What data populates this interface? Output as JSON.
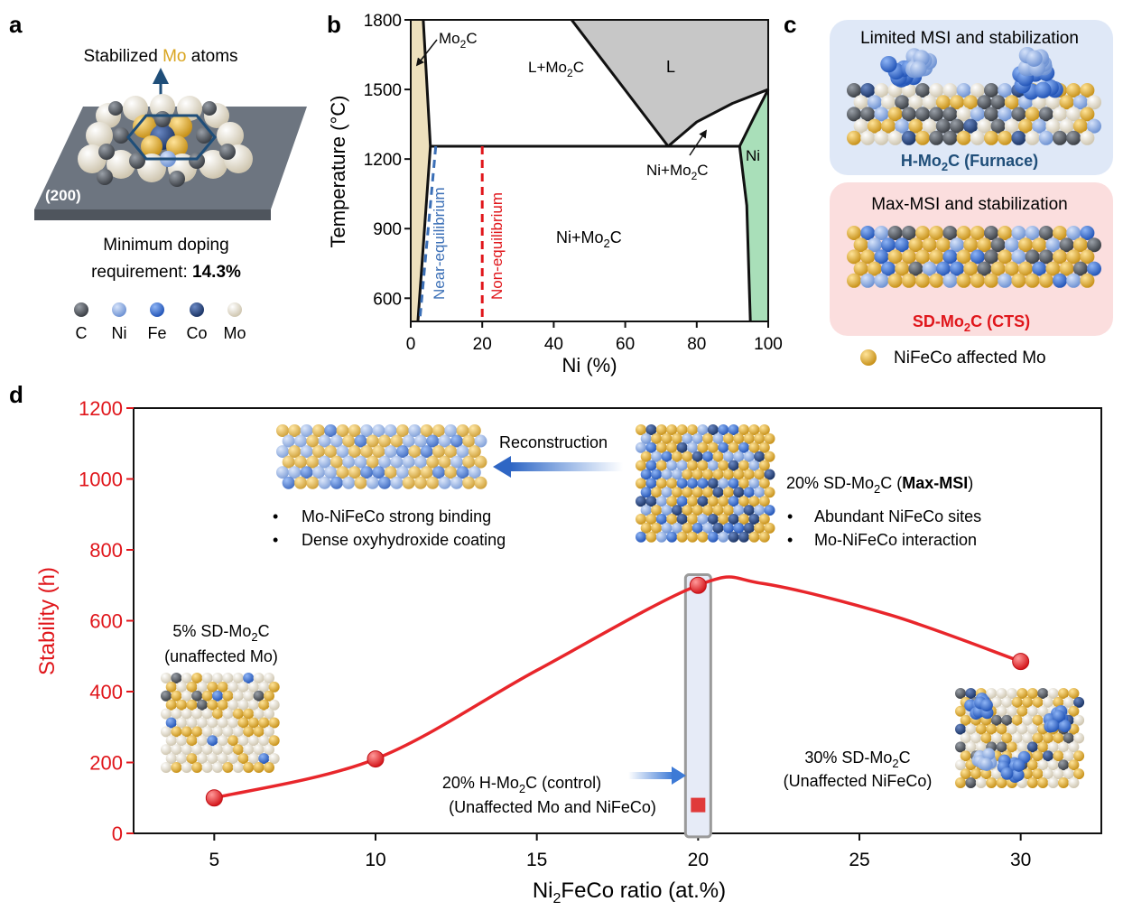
{
  "panels": {
    "a": "a",
    "b": "b",
    "c": "c",
    "d": "d"
  },
  "panel_a": {
    "title_pre": "Stabilized ",
    "title_mo": "Mo",
    "title_post": " atoms",
    "facet": "(200)",
    "min_doping_line1": "Minimum doping",
    "min_doping_line2": "requirement: ",
    "min_doping_value": "14.3%",
    "legend": [
      {
        "label": "C",
        "color": "#5a5f66"
      },
      {
        "label": "Ni",
        "color": "#8fb0e6"
      },
      {
        "label": "Fe",
        "color": "#3f73d6"
      },
      {
        "label": "Co",
        "color": "#2a4a8a"
      },
      {
        "label": "Mo",
        "color": "#eee8d8"
      }
    ],
    "colors": {
      "mo_highlight": "#d9a520",
      "arrow": "#1f4e79",
      "slab": "#6d7580"
    }
  },
  "panel_c": {
    "top_title": "Limited MSI and stabilization",
    "top_caption": "H-Mo₂C (Furnace)",
    "bottom_title": "Max-MSI and stabilization",
    "bottom_caption": "SD-Mo₂C (CTS)",
    "legend_label": "NiFeCo affected Mo",
    "colors": {
      "top_bg": "#dfe8f7",
      "bottom_bg": "#fbdede",
      "top_caption": "#1f4e79",
      "bottom_caption": "#e0161b"
    }
  },
  "chart_data": [
    {
      "type": "phase-diagram",
      "panel": "b",
      "xlabel": "Ni (%)",
      "ylabel": "Temperature (°C)",
      "xlim": [
        0,
        100
      ],
      "ylim": [
        500,
        1800
      ],
      "xticks": [
        0,
        20,
        40,
        60,
        80,
        100
      ],
      "yticks": [
        600,
        900,
        1200,
        1500,
        1800
      ],
      "regions": {
        "Mo2C": "Mo₂C",
        "L_Mo2C": "L+Mo₂C",
        "L": "L",
        "Ni_Mo2C_upper": "Ni+Mo₂C",
        "Ni": "Ni",
        "Ni_Mo2C_lower": "Ni+Mo₂C"
      },
      "eutectic_temperature": 1255,
      "eutectic_x": 72,
      "liquidus_left": [
        [
          45,
          1800
        ],
        [
          72,
          1255
        ]
      ],
      "liquidus_right": [
        [
          72,
          1255
        ],
        [
          80,
          1360
        ],
        [
          90,
          1440
        ],
        [
          100,
          1500
        ]
      ],
      "mo2c_boundary": [
        [
          3.5,
          1800
        ],
        [
          5.5,
          1255
        ],
        [
          2,
          500
        ]
      ],
      "ni_boundary": [
        [
          92,
          1255
        ],
        [
          94,
          1000
        ],
        [
          95,
          500
        ]
      ],
      "near_equilibrium": {
        "label": "Near-equilibrium",
        "x_top": 7,
        "x_bottom": 2.5,
        "color": "#3b6fb6"
      },
      "non_equilibrium": {
        "label": "Non-equilibrium",
        "x": 20,
        "color": "#e0161b"
      },
      "colors": {
        "mo2c_fill": "#ede0bd",
        "liquid_fill": "#c7c7c7",
        "ni_fill": "#a9dfb9"
      }
    },
    {
      "type": "scatter",
      "panel": "d",
      "xlabel": "Ni₂FeCo ratio (at.%)",
      "ylabel": "Stability (h)",
      "xlim": [
        2.5,
        32.5
      ],
      "ylim": [
        0,
        1200
      ],
      "xticks": [
        5,
        10,
        15,
        20,
        25,
        30
      ],
      "yticks": [
        0,
        200,
        400,
        600,
        800,
        1000,
        1200
      ],
      "series": [
        {
          "kind": "sd",
          "x": [
            5,
            10,
            20,
            30
          ],
          "y": [
            100,
            210,
            700,
            485
          ],
          "color": "#e8262b"
        },
        {
          "kind": "control",
          "x": [
            20
          ],
          "y": [
            80
          ],
          "color": "#e03a3a"
        }
      ],
      "trend": [
        [
          5,
          100
        ],
        [
          10,
          210
        ],
        [
          15,
          460
        ],
        [
          20,
          700
        ],
        [
          22,
          705
        ],
        [
          26,
          615
        ],
        [
          30,
          485
        ]
      ],
      "highlight": {
        "x": 20,
        "y_from": -10,
        "y_to": 730
      },
      "annotations": {
        "a5_line1": "5% SD-Mo₂C",
        "a5_line2": "(unaffected Mo)",
        "control_line1": "20% H-Mo₂C (control)",
        "control_line2": "(Unaffected Mo and NiFeCo)",
        "a30_line1": "30% SD-Mo₂C",
        "a30_line2": "(Unaffected NiFeCo)",
        "reconstruction": "Reconstruction",
        "a20_pre": "20% SD-Mo₂C (",
        "a20_bold": "Max-MSI",
        "a20_post": ")",
        "bul_left_1": "Mo-NiFeCo strong binding",
        "bul_left_2": "Dense oxyhydroxide coating",
        "bul_right_1": "Abundant NiFeCo sites",
        "bul_right_2": "Mo-NiFeCo interaction",
        "bullet": "•"
      },
      "colors": {
        "axis_y": "#e0161b",
        "line": "#e8262b",
        "highlight": "#e6ebf7",
        "arrow": "#3d7ad6"
      }
    }
  ]
}
